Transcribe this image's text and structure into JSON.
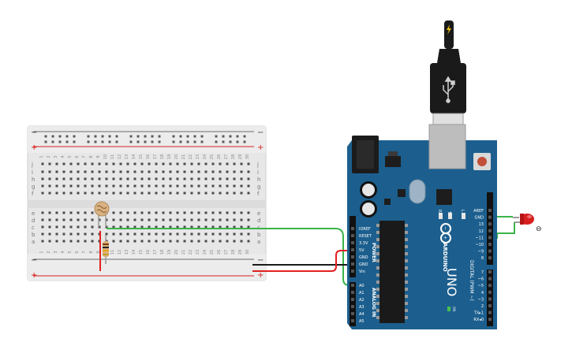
{
  "breadboard": {
    "rail_plus": "+",
    "rail_minus": "−",
    "row_labels_top": [
      "j",
      "i",
      "h",
      "g",
      "f"
    ],
    "row_labels_bottom": [
      "e",
      "d",
      "c",
      "b",
      "a"
    ],
    "column_numbers": [
      "1",
      "2",
      "3",
      "4",
      "5",
      "6",
      "7",
      "8",
      "9",
      "10",
      "11",
      "12",
      "13",
      "14",
      "15",
      "16",
      "17",
      "18",
      "19",
      "20",
      "21",
      "22",
      "23",
      "24",
      "25",
      "26",
      "27",
      "28",
      "29",
      "30"
    ]
  },
  "arduino": {
    "brand_text": "ARDUINO",
    "model_text": "UNO",
    "digital_header": "DIGITAL (PWM ~)",
    "power_header": "POWER",
    "analog_header": "ANALOG IN",
    "on_label": "ON",
    "tx_label": "TX",
    "rx_label": "RX",
    "l_label": "L",
    "power_pins": [
      "IOREF",
      "RESET",
      "3.3V",
      "5V",
      "GND",
      "GND",
      "Vin"
    ],
    "analog_pins": [
      "A0",
      "A1",
      "A2",
      "A3",
      "A4",
      "A5"
    ],
    "digital_pins_top": [
      "AREF",
      "GND",
      "13",
      "12",
      "~11",
      "~10",
      "~9",
      "8"
    ],
    "digital_pins_bottom": [
      "7",
      "~6",
      "~5",
      "4",
      "~3",
      "2",
      "TX▸1",
      "RX◂0"
    ]
  },
  "usb_cable": {
    "icon": "usb-icon",
    "plug_icon": "lightning-icon"
  },
  "led": {
    "color": "#d81e1e",
    "cathode_symbol": "⊖"
  },
  "colors": {
    "board_blue": "#1c5f8e",
    "wire_green": "#3ab54a",
    "wire_red": "#e22020",
    "wire_black": "#1a1a1a",
    "breadboard": "#e9e9e9"
  }
}
